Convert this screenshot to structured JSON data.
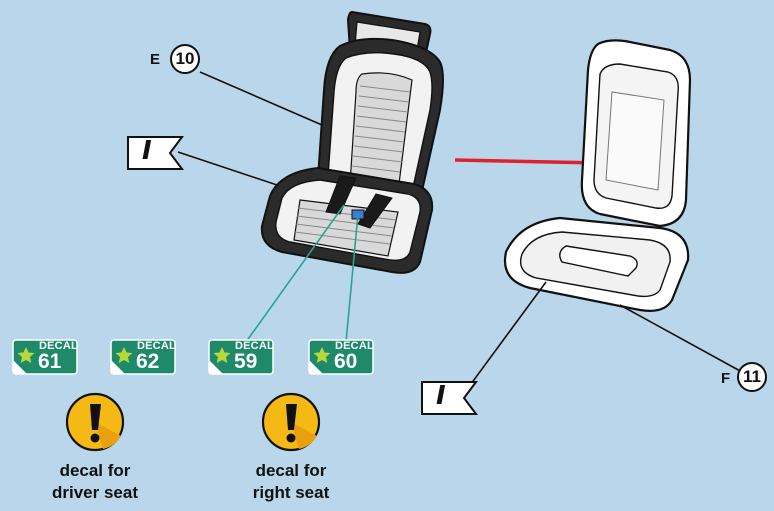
{
  "parts": {
    "seat_back_label": "E",
    "seat_back_number": "10",
    "seat_shell_label": "F",
    "seat_shell_number": "11"
  },
  "flags": {
    "left_top": "I",
    "bottom_right": "I"
  },
  "decals": [
    {
      "word": "DECAL",
      "number": "61"
    },
    {
      "word": "DECAL",
      "number": "62"
    },
    {
      "word": "DECAL",
      "number": "59"
    },
    {
      "word": "DECAL",
      "number": "60"
    }
  ],
  "notes": {
    "driver_line1": "decal for",
    "driver_line2": "driver seat",
    "right_line1": "decal for",
    "right_line2": "right seat"
  },
  "colors": {
    "background": "#b9d6ea",
    "decal_green": "#1f8a6a",
    "warning_yellow": "#f5b915",
    "arrow_red": "#e0202a",
    "leader_teal": "#2aa48c"
  }
}
